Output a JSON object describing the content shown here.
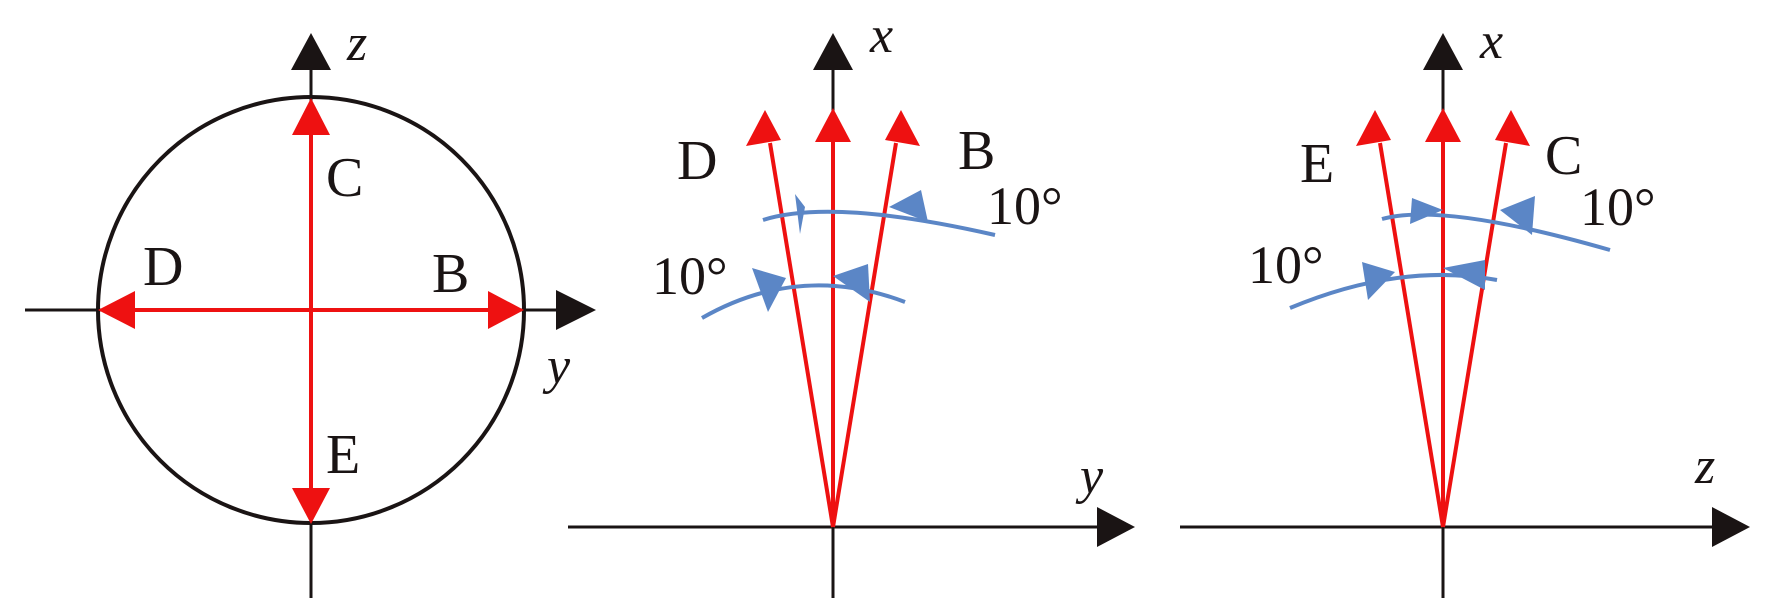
{
  "colors": {
    "axis": "#1a1414",
    "direction": "#ee1111",
    "angle_marker": "#5b86c6"
  },
  "panels": [
    {
      "view": "cross-section",
      "axes": {
        "vertical": "z",
        "horizontal": "y"
      },
      "directions": {
        "up": "C",
        "right": "B",
        "left": "D",
        "down": "E"
      }
    },
    {
      "view": "side",
      "axes": {
        "vertical": "x",
        "horizontal": "y"
      },
      "directions": {
        "left": "D",
        "right": "B"
      },
      "angles": {
        "upper": "10°",
        "lower": "10°"
      }
    },
    {
      "view": "side",
      "axes": {
        "vertical": "x",
        "horizontal": "z"
      },
      "directions": {
        "left": "E",
        "right": "C"
      },
      "angles": {
        "upper": "10°",
        "lower": "10°"
      }
    }
  ]
}
